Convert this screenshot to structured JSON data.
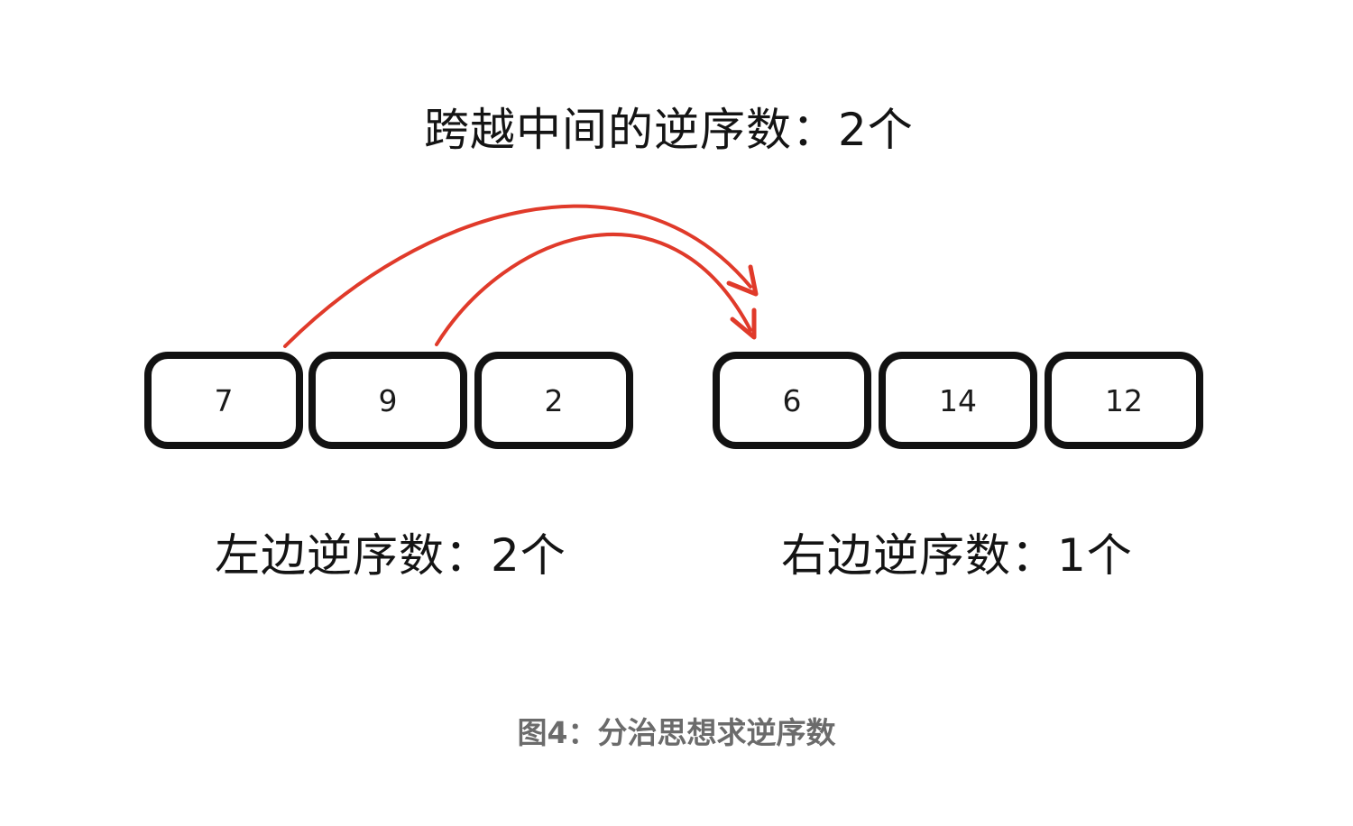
{
  "diagram": {
    "cross_title": "跨越中间的逆序数：2个",
    "left_label": "左边逆序数：2个",
    "right_label": "右边逆序数：1个",
    "caption": "图4：分治思想求逆序数",
    "left_values": [
      "7",
      "9",
      "2"
    ],
    "right_values": [
      "6",
      "14",
      "12"
    ],
    "arrows": [
      {
        "from": "7",
        "to": "6"
      },
      {
        "from": "9",
        "to": "6"
      }
    ],
    "colors": {
      "box_border": "#121212",
      "arrow": "#e03a2a",
      "caption": "#6b6b6b"
    }
  }
}
